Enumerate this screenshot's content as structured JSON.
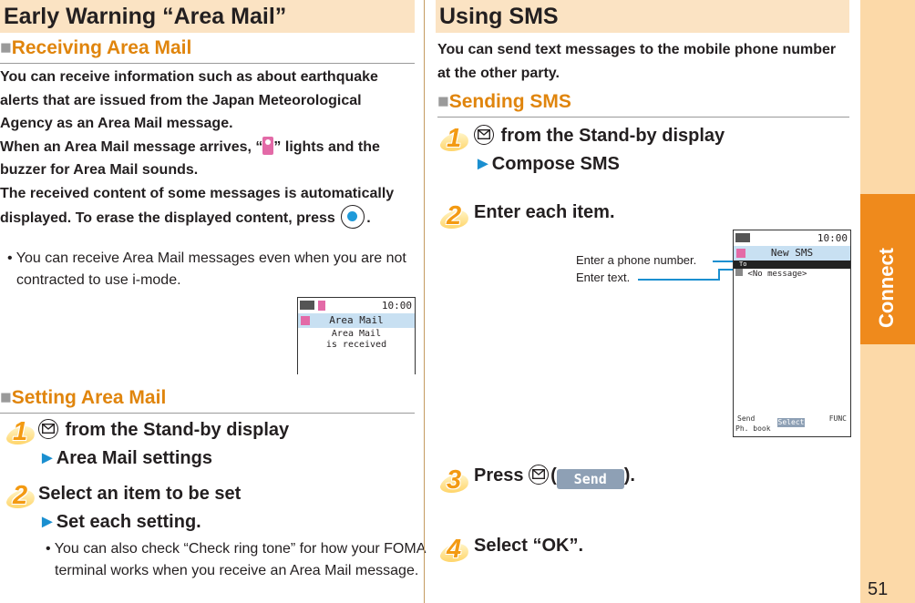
{
  "left": {
    "title": "Early Warning “Area Mail”",
    "receiving": {
      "heading": "Receiving Area Mail",
      "p1": "You can receive information such as about earthquake alerts that are issued from the Japan Meteorological Agency as an Area Mail message.",
      "p2a": "When an Area Mail message arrives, “",
      "p2b": "” lights and the buzzer for Area Mail sounds.",
      "p3a": "The received content of some messages is automatically displayed. To erase the displayed content, press ",
      "p3b": ".",
      "note": "You can receive Area Mail messages even when you are not contracted to use i-mode."
    },
    "screen1": {
      "time": "10:00",
      "title": "Area Mail",
      "line1": "Area Mail",
      "line2": "is received"
    },
    "setting": {
      "heading": "Setting Area Mail",
      "step1_num": "1",
      "step1_a": " from the Stand-by display",
      "step1_b": "Area Mail settings",
      "step2_num": "2",
      "step2_a": "Select an item to be set",
      "step2_b": "Set each setting.",
      "note": "You can also check “Check ring tone” for how your FOMA terminal works when you receive an Area Mail message."
    }
  },
  "right": {
    "title": "Using SMS",
    "intro": "You can send text messages to the mobile phone number at the other party.",
    "heading": "Sending SMS",
    "step1_num": "1",
    "step1_a": " from the Stand-by display",
    "step1_b": "Compose SMS",
    "step2_num": "2",
    "step2": "Enter each item.",
    "callout1": "Enter a phone number.",
    "callout2": "Enter text.",
    "screen2": {
      "time": "10:00",
      "title": "New SMS",
      "to_label": "To",
      "msg": "<No message>",
      "soft_left_top": "Send",
      "soft_left_bottom": "Ph. book",
      "soft_center": "Select",
      "soft_right": "FUNC"
    },
    "step3_num": "3",
    "step3_a": "Press ",
    "step3_b": "(",
    "step3_btn": "Send",
    "step3_c": ").",
    "step4_num": "4",
    "step4": "Select “OK”."
  },
  "tab": {
    "label": "Connect"
  },
  "page_number": "51",
  "colors": {
    "accent_orange": "#ef8a1c",
    "heading_orange": "#e0850d",
    "arrow_blue": "#1a8fd0",
    "header_bg": "#fbe3c3"
  },
  "icons": [
    "mail-key-icon",
    "nav-center-key-icon",
    "area-mail-indicator-icon",
    "right-arrow-icon"
  ]
}
